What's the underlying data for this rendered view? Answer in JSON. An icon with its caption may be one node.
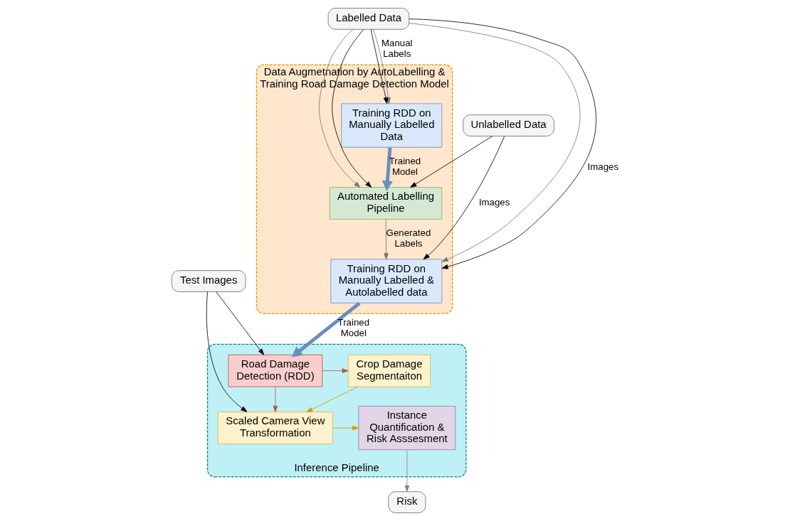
{
  "diagram": {
    "nodes": [
      {
        "text": [
          "Data Augmetnation by AutoLabelling & Training Road Damage Detection Model"
        ]
      },
      {
        "text": [
          "Training RDD on Manually Labelled Data"
        ],
        "in": 0
      },
      {
        "text": [
          "Automated Labelling Pipeline"
        ],
        "in": 0
      },
      {
        "text": [
          "Training RDD on Manually Labelled & Autolabelled data"
        ],
        "in": 0
      },
      {
        "text": [
          "Labelled Data"
        ]
      },
      {
        "text": [
          "Unlabelled Data"
        ]
      },
      {
        "text": [
          "Inference Pipeline"
        ]
      },
      {
        "text": [
          "Test Images"
        ]
      },
      {
        "text": [
          "Road Damage Detection (RDD)"
        ],
        "in": 6
      },
      {
        "text": [
          "Crop Damage Segmentaiton"
        ],
        "in": 6
      },
      {
        "text": [
          "Scaled Camera View Transformation"
        ],
        "in": 6
      },
      {
        "text": [
          "Instance Quantification & Risk Asssesment"
        ],
        "in": 6
      },
      {
        "text": [
          "Risk"
        ]
      }
    ],
    "edges": [
      {
        "from": 4,
        "to": 1,
        "arrow": "to",
        "color": "#777777",
        "label": "Manual Labels"
      },
      {
        "from": 4,
        "to": 2,
        "arrow": "to",
        "color": "#777777"
      },
      {
        "from": 4,
        "to": 3,
        "arrow": "to",
        "color": "#777777"
      },
      {
        "from": 4,
        "to": 1,
        "arrow": "to"
      },
      {
        "from": 4,
        "to": 2,
        "arrow": "to"
      },
      {
        "from": 4,
        "to": 3,
        "arrow": "to",
        "label": "Images"
      },
      {
        "from": 1,
        "to": 2,
        "arrow": "to",
        "style": "thick",
        "color": "#6c8ebf",
        "label": "Trained Model"
      },
      {
        "from": 2,
        "to": 3,
        "arrow": "to",
        "color": "#777777",
        "label": "Generated Labels"
      },
      {
        "from": 5,
        "to": 2,
        "arrow": "to"
      },
      {
        "from": 5,
        "to": 3,
        "arrow": "to",
        "label": "Images"
      },
      {
        "from": 3,
        "to": 8,
        "arrow": "to",
        "style": "thick",
        "color": "#6c8ebf",
        "label": "Trained Model"
      },
      {
        "from": 7,
        "to": 8,
        "arrow": "to"
      },
      {
        "from": 7,
        "to": 10,
        "arrow": "to"
      },
      {
        "from": 8,
        "to": 9,
        "arrow": "to",
        "color": "#b85450"
      },
      {
        "from": 8,
        "to": 10,
        "arrow": "to",
        "color": "#b85450"
      },
      {
        "from": 9,
        "to": 10,
        "arrow": "to",
        "color": "#d79b00"
      },
      {
        "from": 10,
        "to": 11,
        "arrow": "to",
        "color": "#d79b00"
      },
      {
        "from": 11,
        "to": 12,
        "arrow": "to",
        "color": "#9673a6"
      }
    ]
  }
}
